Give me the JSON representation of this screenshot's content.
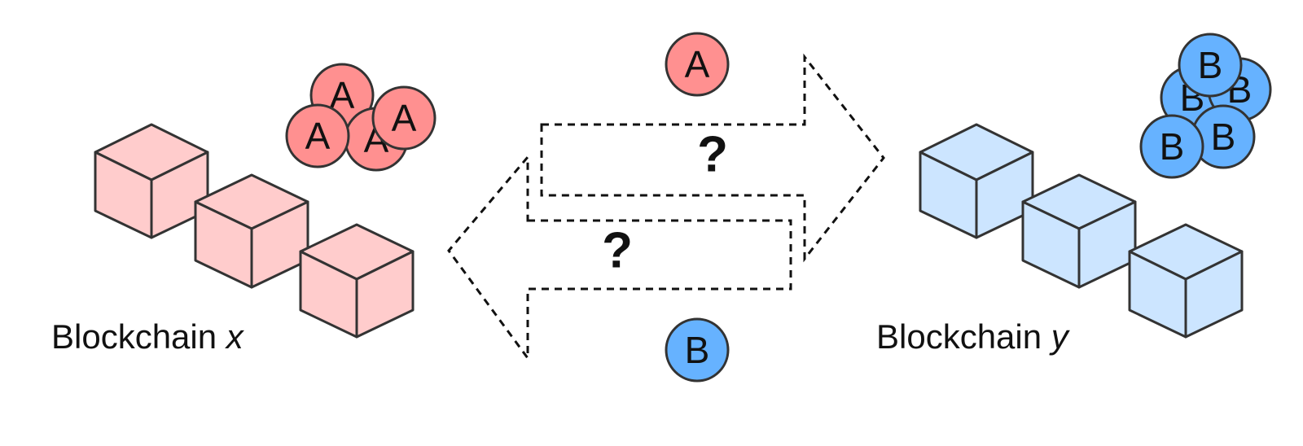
{
  "colors": {
    "chain_x_fill": "#ffcccc",
    "chain_y_fill": "#cce5ff",
    "coin_a_fill": "#ff9090",
    "coin_b_fill": "#66b2ff",
    "stroke": "#333333"
  },
  "chain_x": {
    "label": "Blockchain ",
    "variable": "x"
  },
  "chain_y": {
    "label": "Blockchain ",
    "variable": "y"
  },
  "coins": {
    "a_symbol": "A",
    "b_symbol": "B"
  },
  "exchange": {
    "forward_mark": "?",
    "backward_mark": "?"
  }
}
